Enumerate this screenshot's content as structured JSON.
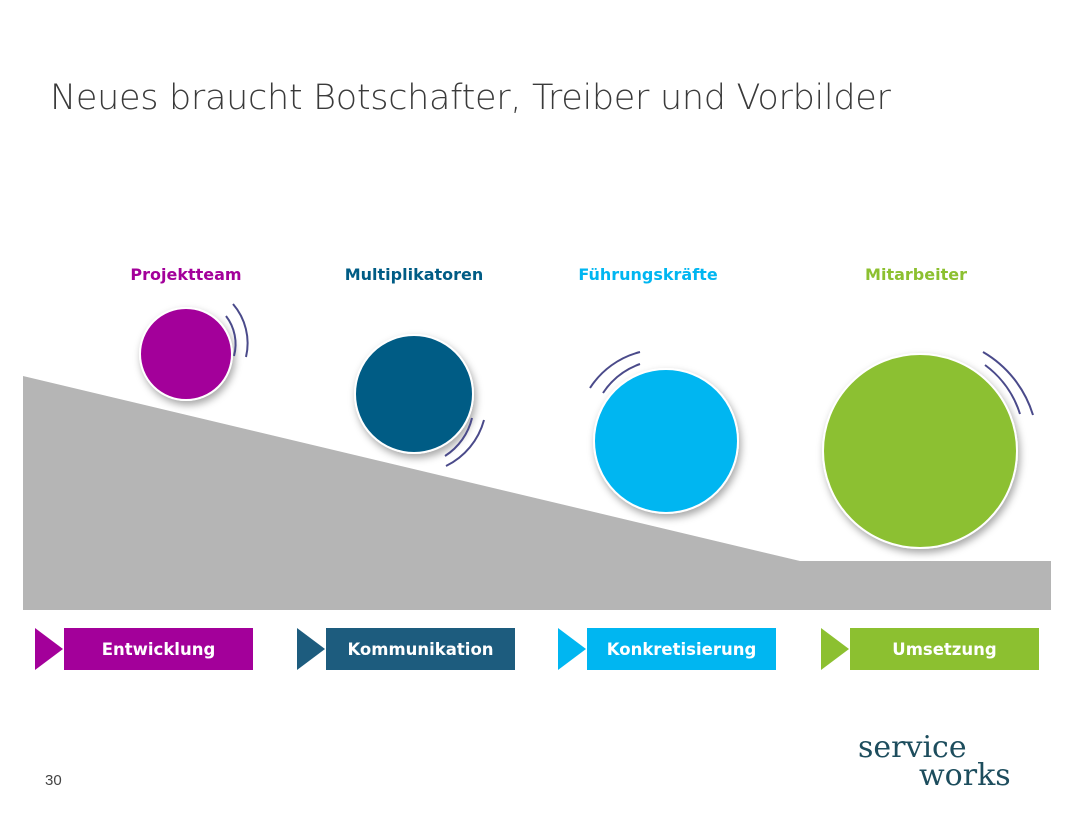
{
  "title": "Neues braucht Botschafter, Treiber und Vorbilder",
  "roles": [
    {
      "label": "Projektteam",
      "color": "#a3009a"
    },
    {
      "label": "Multiplikatoren",
      "color": "#005c85"
    },
    {
      "label": "Führungskräfte",
      "color": "#00b6f1"
    },
    {
      "label": "Mitarbeiter",
      "color": "#8cc030"
    }
  ],
  "phases": [
    {
      "label": "Entwicklung",
      "color": "#a3009a"
    },
    {
      "label": "Kommunikation",
      "color": "#1d5c7e"
    },
    {
      "label": "Konkretisierung",
      "color": "#00b6f1"
    },
    {
      "label": "Umsetzung",
      "color": "#8cc030"
    }
  ],
  "ground_color": "#b5b5b5",
  "page_number": "30",
  "logo": {
    "line1": "service",
    "line2": "works",
    "color": "#1d4d5d"
  }
}
